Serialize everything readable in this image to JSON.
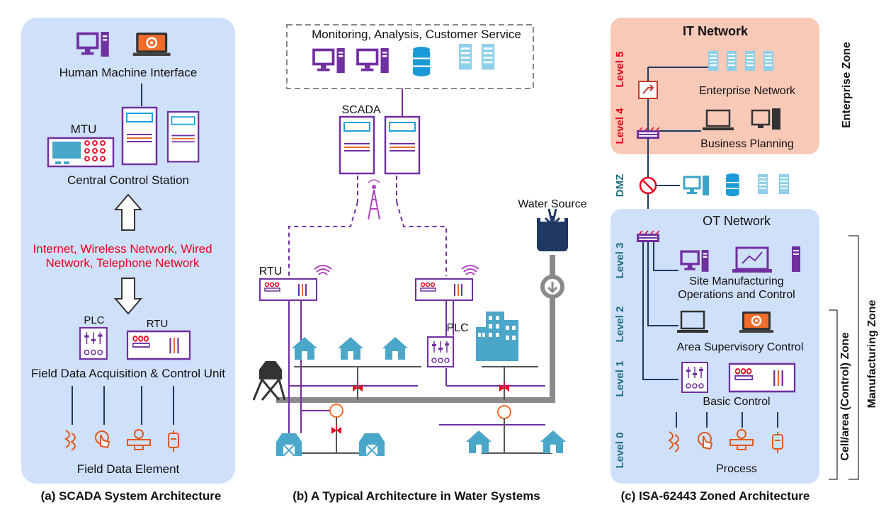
{
  "panel_a": {
    "hmi_label": "Human Machine Interface",
    "mtu_label": "MTU",
    "central_label": "Central Control Station",
    "network_line1": "Internet, Wireless Network, Wired",
    "network_line2": "Network, Telephone Network",
    "plc_label": "PLC",
    "rtu_label": "RTU",
    "field_unit_label": "Field Data Acquisition & Control Unit",
    "field_element_label": "Field Data Element",
    "caption": "(a) SCADA System Architecture"
  },
  "panel_b": {
    "monitoring_label": "Monitoring, Analysis, Customer Service",
    "scada_label": "SCADA",
    "water_source_label": "Water Source",
    "rtu_label": "RTU",
    "plc_label": "PLC",
    "caption": "(b) A Typical Architecture in Water Systems"
  },
  "panel_c": {
    "it_title": "IT Network",
    "level5": "Level 5",
    "level4": "Level 4",
    "enterprise_network": "Enterprise Network",
    "business_planning": "Business Planning",
    "enterprise_zone": "Enterprise Zone",
    "dmz": "DMZ",
    "ot_title": "OT Network",
    "level3": "Level 3",
    "level2": "Level 2",
    "level1": "Level 1",
    "level0": "Level 0",
    "site_mfg_line1": "Site Manufacturing",
    "site_mfg_line2": "Operations and Control",
    "area_supervisory": "Area Supervisory Control",
    "basic_control": "Basic Control",
    "process": "Process",
    "cell_zone": "Cell/area (Control) Zone",
    "manufacturing_zone": "Manufacturing Zone",
    "caption": "(c) ISA-62443 Zoned Architecture"
  },
  "colors": {
    "panel_blue": "#cfe0fb",
    "it_salmon": "#f9c9b8",
    "device_purple": "#7030a0",
    "field_orange": "#e0581c",
    "label_red": "#e8001c",
    "dmz_teal": "#1f6f7e",
    "pipe_gray": "#8a8a8a",
    "network_navy": "#1f3864"
  },
  "icons": [
    "monitor-icon",
    "laptop-gear-icon",
    "server-icon",
    "database-icon",
    "antenna-tower-icon",
    "faucet-icon",
    "pump-icon",
    "valve-icon",
    "house-icon",
    "building-icon",
    "barn-icon",
    "water-tank-icon",
    "router-icon",
    "switch-icon",
    "firewall-icon",
    "sensor-icon",
    "touch-icon",
    "meter-icon",
    "actuator-icon"
  ]
}
